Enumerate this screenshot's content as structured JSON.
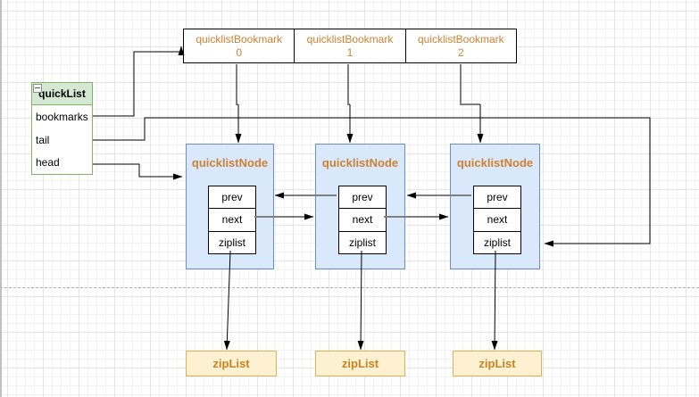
{
  "quicklist_struct": {
    "title": "quickList",
    "rows": [
      {
        "label": "bookmarks"
      },
      {
        "label": "tail"
      },
      {
        "label": "head"
      }
    ]
  },
  "bookmark_array": {
    "cells": [
      {
        "line1": "quicklistBookmark",
        "line2": "0"
      },
      {
        "line1": "quicklistBookmark",
        "line2": "1"
      },
      {
        "line1": "quicklistBookmark",
        "line2": "2"
      }
    ]
  },
  "nodes": [
    {
      "title": "quicklistNode",
      "rows": [
        {
          "label": "prev"
        },
        {
          "label": "next"
        },
        {
          "label": "ziplist"
        }
      ]
    },
    {
      "title": "quicklistNode",
      "rows": [
        {
          "label": "prev"
        },
        {
          "label": "next"
        },
        {
          "label": "ziplist"
        }
      ]
    },
    {
      "title": "quicklistNode",
      "rows": [
        {
          "label": "prev"
        },
        {
          "label": "next"
        },
        {
          "label": "ziplist"
        }
      ]
    }
  ],
  "ziplists": [
    {
      "label": "zipList"
    },
    {
      "label": "zipList"
    },
    {
      "label": "zipList"
    }
  ],
  "edges": [
    {
      "from": "quickList.bookmarks",
      "to": "quicklistBookmark[0]"
    },
    {
      "from": "quickList.tail",
      "to": "quicklistNode[2]"
    },
    {
      "from": "quickList.head",
      "to": "quicklistNode[0]"
    },
    {
      "from": "quicklistBookmark[0]",
      "to": "quicklistNode[0]"
    },
    {
      "from": "quicklistBookmark[1]",
      "to": "quicklistNode[1]"
    },
    {
      "from": "quicklistBookmark[2]",
      "to": "quicklistNode[2]"
    },
    {
      "from": "quicklistNode[1].prev",
      "to": "quicklistNode[0]"
    },
    {
      "from": "quicklistNode[0].next",
      "to": "quicklistNode[1]"
    },
    {
      "from": "quicklistNode[2].prev",
      "to": "quicklistNode[1]"
    },
    {
      "from": "quicklistNode[1].next",
      "to": "quicklistNode[2]"
    },
    {
      "from": "quicklistNode[0].ziplist",
      "to": "zipList[0]"
    },
    {
      "from": "quicklistNode[1].ziplist",
      "to": "zipList[1]"
    },
    {
      "from": "quicklistNode[2].ziplist",
      "to": "zipList[2]"
    }
  ],
  "colors": {
    "orange_text": "#cd8232",
    "node_fill": "#dae8fc",
    "node_border": "#6c8ebf",
    "struct_header_fill": "#d5e8d4",
    "struct_border": "#82b366",
    "ziplist_fill": "#fdf1d2",
    "ziplist_border": "#ddb157",
    "edge_black": "#000000",
    "edge_gray": "#7f7f7f"
  }
}
